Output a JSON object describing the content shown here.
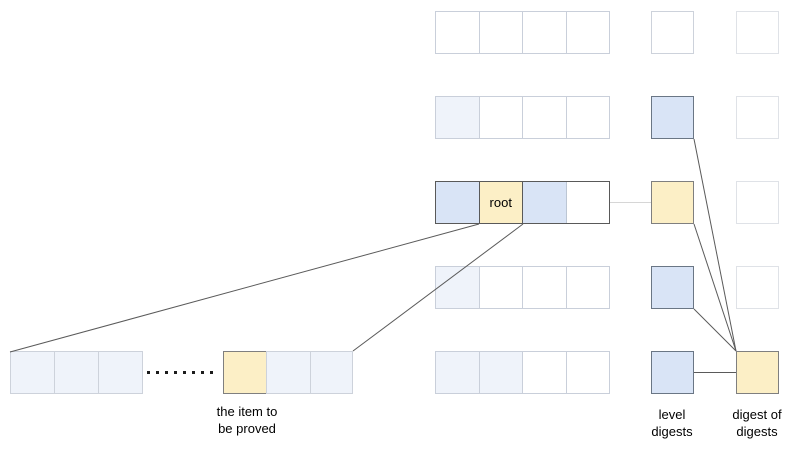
{
  "diagram": {
    "root_label": "root",
    "item_label": {
      "line1": "the item to",
      "line2": "be proved"
    },
    "level_digests_label": {
      "line1": "level",
      "line2": "digests"
    },
    "digest_of_digests_label": {
      "line1": "digest of",
      "line2": "digests"
    },
    "dots_count": 8,
    "colors": {
      "white": "#ffffff",
      "pale_blue": "#eff3fa",
      "blue": "#d9e4f6",
      "yellow": "#fcefc6",
      "line_dark": "#5a5a5a",
      "line_light": "#d6d6d6"
    },
    "matrix_rows": [
      {
        "cells": [
          "white",
          "white",
          "white",
          "white"
        ],
        "level": "white",
        "dod": "white"
      },
      {
        "cells": [
          "pale_blue",
          "white",
          "white",
          "white"
        ],
        "level": "blue",
        "dod": "white"
      },
      {
        "cells": [
          "blue",
          "yellow",
          "blue",
          "white"
        ],
        "level": "yellow",
        "dod": "white"
      },
      {
        "cells": [
          "pale_blue",
          "white",
          "white",
          "white"
        ],
        "level": "blue",
        "dod": "white"
      },
      {
        "cells": [
          "pale_blue",
          "pale_blue",
          "white",
          "white"
        ],
        "level": "blue",
        "dod": "yellow"
      }
    ],
    "item_row": {
      "left_cells": [
        "pale_blue",
        "pale_blue",
        "pale_blue"
      ],
      "right_cells": [
        "yellow",
        "pale_blue",
        "pale_blue"
      ]
    }
  }
}
